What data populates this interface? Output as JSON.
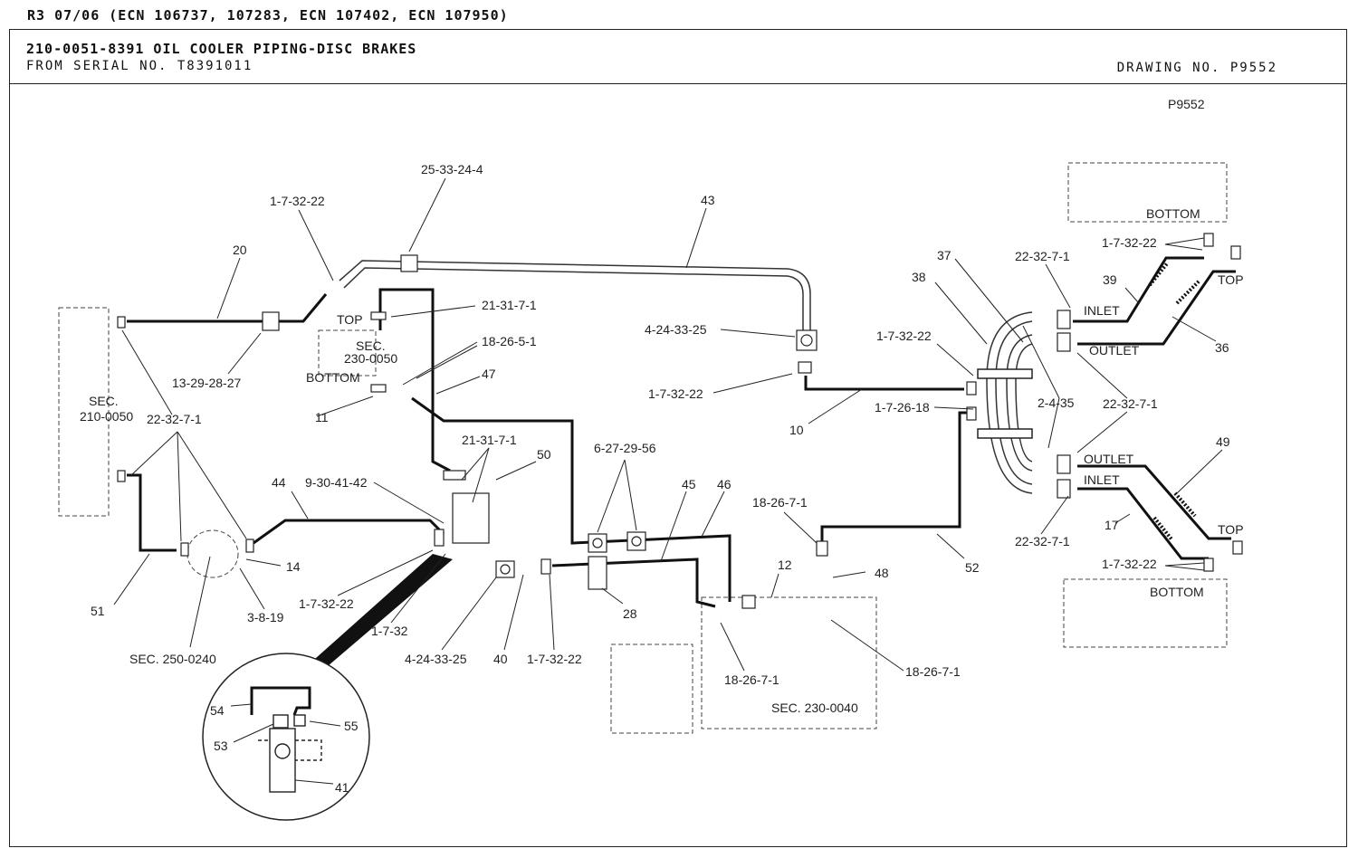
{
  "header": {
    "revision": "R3 07/06 (ECN 106737, 107283, ECN 107402, ECN 107950)",
    "title": "210-0051-8391 OIL COOLER PIPING-DISC BRAKES",
    "serial": "FROM SERIAL NO. T8391011",
    "drawing_no": "DRAWING NO. P9552"
  },
  "figure_id": "P9552",
  "sections": {
    "sec_210_0050_a": "SEC.",
    "sec_210_0050_b": "210-0050",
    "sec_230_0050_a": "SEC.",
    "sec_230_0050_b": "230-0050",
    "sec_250_0240": "SEC. 250-0240",
    "sec_230_0040": "SEC. 230-0040"
  },
  "words": {
    "top_left": "TOP",
    "bottom_left": "BOTTOM",
    "bottom_r1": "BOTTOM",
    "top_r1": "TOP",
    "inlet_1": "INLET",
    "outlet_1": "OUTLET",
    "outlet_2": "OUTLET",
    "inlet_2": "INLET",
    "top_r2": "TOP",
    "bottom_r2": "BOTTOM"
  },
  "callouts": {
    "c_25_33_24_4": "25-33-24-4",
    "c_43": "43",
    "c_1_7_32_22_a": "1-7-32-22",
    "c_20": "20",
    "c_21_31_7_1_a": "21-31-7-1",
    "c_18_26_5_1": "18-26-5-1",
    "c_47": "47",
    "c_13_29_28_27": "13-29-28-27",
    "c_11": "11",
    "c_22_32_7_1_a": "22-32-7-1",
    "c_4_24_33_25_a": "4-24-33-25",
    "c_1_7_32_22_b": "1-7-32-22",
    "c_10": "10",
    "c_21_31_7_1_b": "21-31-7-1",
    "c_50": "50",
    "c_6_27_29_56": "6-27-29-56",
    "c_44": "44",
    "c_9_30_41_42": "9-30-41-42",
    "c_45": "45",
    "c_46": "46",
    "c_18_26_7_1_a": "18-26-7-1",
    "c_14": "14",
    "c_51": "51",
    "c_3_8_19": "3-8-19",
    "c_1_7_32_22_c": "1-7-32-22",
    "c_1_7_32": "1-7-32",
    "c_12": "12",
    "c_48": "48",
    "c_28": "28",
    "c_4_24_33_25_b": "4-24-33-25",
    "c_40": "40",
    "c_1_7_32_22_d": "1-7-32-22",
    "c_18_26_7_1_b": "18-26-7-1",
    "c_18_26_7_1_c": "18-26-7-1",
    "c_52": "52",
    "c_54": "54",
    "c_55": "55",
    "c_53": "53",
    "c_41": "41",
    "c_37": "37",
    "c_38": "38",
    "c_22_32_7_1_b": "22-32-7-1",
    "c_1_7_32_22_e": "1-7-32-22",
    "c_1_7_26_18": "1-7-26-18",
    "c_2_4_35": "2-4-35",
    "c_22_32_7_1_c": "22-32-7-1",
    "c_22_32_7_1_d": "22-32-7-1",
    "c_39": "39",
    "c_36": "36",
    "c_49": "49",
    "c_17": "17",
    "c_1_7_32_22_f": "1-7-32-22",
    "c_1_7_32_22_g": "1-7-32-22"
  }
}
